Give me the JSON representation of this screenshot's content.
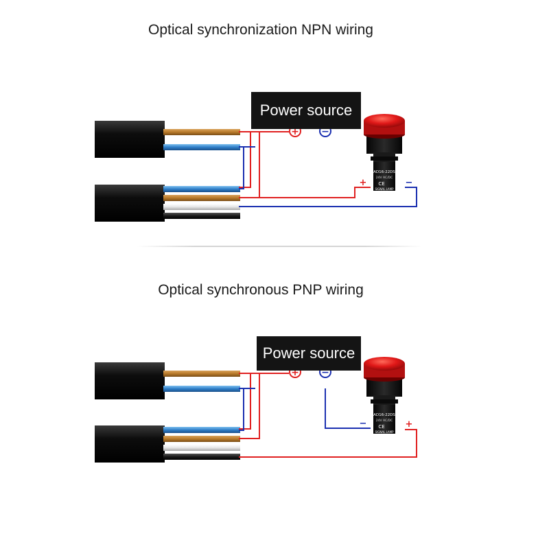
{
  "diagrams": [
    {
      "title": "Optical synchronization NPN wiring",
      "power_label": "Power source",
      "terminal_plus": "+",
      "terminal_minus": "−",
      "lamp_plus": "+",
      "lamp_minus": "−",
      "lamp_model": "AD16-22DS",
      "lamp_voltage": "24V AC/DC",
      "lamp_mark": "CE",
      "lamp_caption": "SIGNAL LAMP"
    },
    {
      "title": "Optical synchronous PNP wiring",
      "power_label": "Power source",
      "terminal_plus": "+",
      "terminal_minus": "−",
      "lamp_plus": "+",
      "lamp_minus": "−",
      "lamp_model": "AD16-22DS",
      "lamp_voltage": "24V AC/DC",
      "lamp_mark": "CE",
      "lamp_caption": "SIGNAL LAMP"
    }
  ],
  "colors": {
    "brown_wire": "#b87a2a",
    "blue_wire": "#2f7fc8",
    "red_line": "#e02020",
    "blue_line": "#1a2fb0",
    "cable": "#111111",
    "lamp": "#d81818"
  }
}
